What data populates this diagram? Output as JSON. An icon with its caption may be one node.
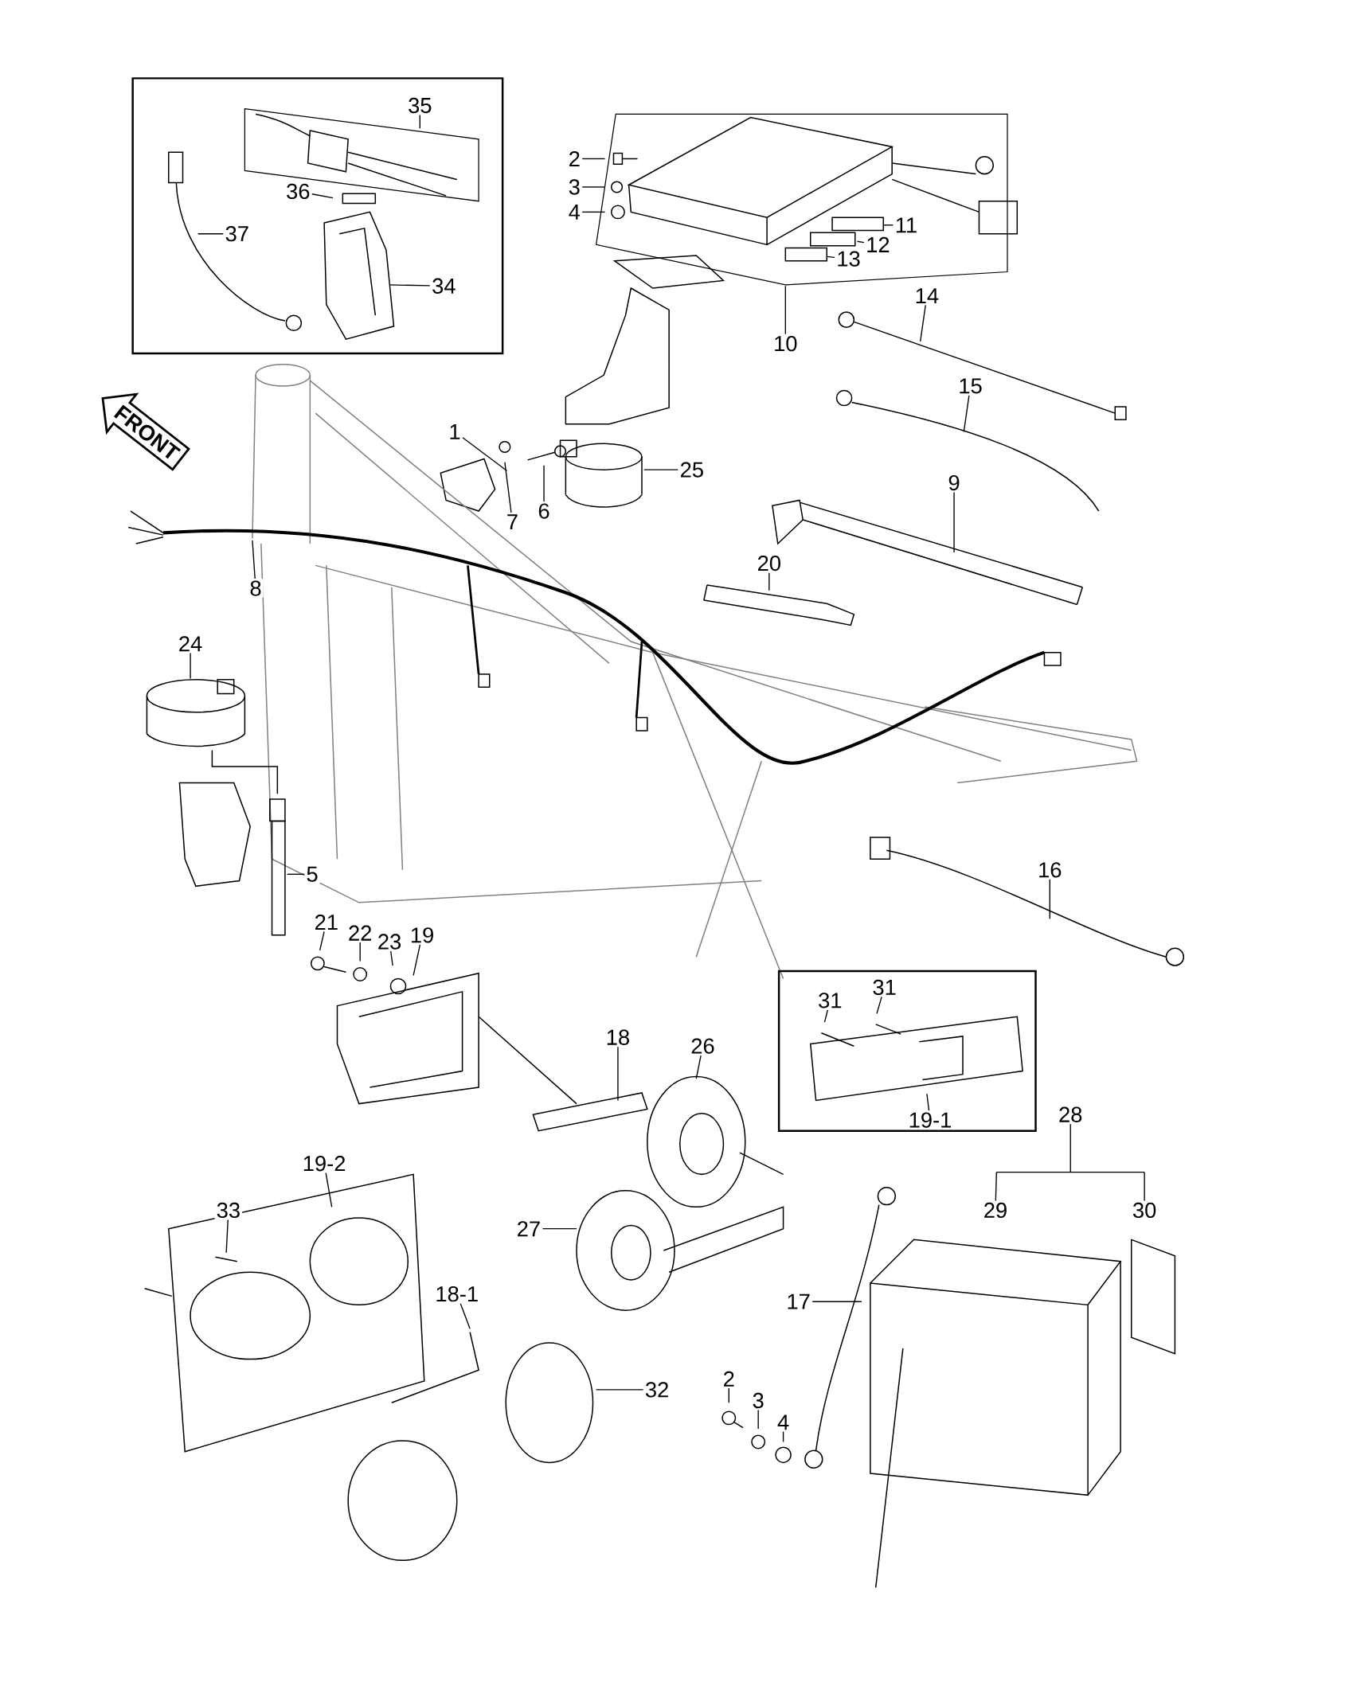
{
  "diagram": {
    "nodes": [
      {
        "text": [],
        "shape": "box"
      },
      {
        "text": [
          "35"
        ],
        "in": 0
      },
      {
        "text": [
          "36"
        ],
        "in": 0
      },
      {
        "text": [
          "37"
        ],
        "in": 0
      },
      {
        "text": [
          "34"
        ],
        "in": 0
      },
      {
        "text": [
          "2"
        ]
      },
      {
        "text": [
          "3"
        ]
      },
      {
        "text": [
          "4"
        ]
      },
      {
        "text": [
          "11"
        ]
      },
      {
        "text": [
          "12"
        ]
      },
      {
        "text": [
          "13"
        ]
      },
      {
        "text": [
          "10"
        ]
      },
      {
        "text": [
          "14"
        ]
      },
      {
        "text": [
          "FRONT"
        ]
      },
      {
        "text": [
          "15"
        ]
      },
      {
        "text": [
          "1"
        ]
      },
      {
        "text": [
          "25"
        ]
      },
      {
        "text": [
          "7"
        ]
      },
      {
        "text": [
          "6"
        ]
      },
      {
        "text": [
          "9"
        ]
      },
      {
        "text": [
          "8"
        ]
      },
      {
        "text": [
          "20"
        ]
      },
      {
        "text": [
          "24"
        ]
      },
      {
        "text": [
          "5"
        ]
      },
      {
        "text": [
          "16"
        ]
      },
      {
        "text": [
          "21"
        ]
      },
      {
        "text": [
          "22"
        ]
      },
      {
        "text": [
          "23"
        ]
      },
      {
        "text": [
          "19"
        ]
      },
      {
        "text": [],
        "shape": "box"
      },
      {
        "text": [
          "31"
        ],
        "in": 29
      },
      {
        "text": [
          "31"
        ],
        "in": 29
      },
      {
        "text": [
          "19-1"
        ],
        "in": 29
      },
      {
        "text": [
          "18"
        ]
      },
      {
        "text": [
          "26"
        ]
      },
      {
        "text": [
          "28"
        ]
      },
      {
        "text": [
          "29"
        ]
      },
      {
        "text": [
          "30"
        ]
      },
      {
        "text": [
          "19-2"
        ]
      },
      {
        "text": [
          "33"
        ]
      },
      {
        "text": [
          "27"
        ]
      },
      {
        "text": [
          "17"
        ]
      },
      {
        "text": [
          "18-1"
        ]
      },
      {
        "text": [
          "32"
        ]
      },
      {
        "text": [
          "2"
        ]
      },
      {
        "text": [
          "3"
        ]
      },
      {
        "text": [
          "4"
        ]
      }
    ],
    "edges": [
      {
        "from": 1,
        "to": null,
        "arrow": "none"
      },
      {
        "from": 2,
        "to": null,
        "arrow": "none"
      },
      {
        "from": 3,
        "to": null,
        "arrow": "none"
      },
      {
        "from": 4,
        "to": null,
        "arrow": "none"
      },
      {
        "from": 5,
        "to": null,
        "arrow": "none"
      },
      {
        "from": 6,
        "to": null,
        "arrow": "none"
      },
      {
        "from": 7,
        "to": null,
        "arrow": "none"
      },
      {
        "from": 8,
        "to": null,
        "arrow": "none"
      },
      {
        "from": 9,
        "to": null,
        "arrow": "none"
      },
      {
        "from": 10,
        "to": null,
        "arrow": "none"
      },
      {
        "from": 11,
        "to": null,
        "arrow": "none"
      },
      {
        "from": 12,
        "to": null,
        "arrow": "none"
      },
      {
        "from": 14,
        "to": null,
        "arrow": "none"
      },
      {
        "from": 15,
        "to": null,
        "arrow": "none"
      },
      {
        "from": 16,
        "to": null,
        "arrow": "none"
      },
      {
        "from": 17,
        "to": null,
        "arrow": "none"
      },
      {
        "from": 18,
        "to": null,
        "arrow": "none"
      },
      {
        "from": 19,
        "to": null,
        "arrow": "none"
      },
      {
        "from": 20,
        "to": null,
        "arrow": "none"
      },
      {
        "from": 21,
        "to": null,
        "arrow": "none"
      },
      {
        "from": 22,
        "to": null,
        "arrow": "none"
      },
      {
        "from": 23,
        "to": null,
        "arrow": "none"
      },
      {
        "from": 24,
        "to": null,
        "arrow": "none"
      },
      {
        "from": 25,
        "to": null,
        "arrow": "none"
      },
      {
        "from": 26,
        "to": null,
        "arrow": "none"
      },
      {
        "from": 27,
        "to": null,
        "arrow": "none"
      },
      {
        "from": 28,
        "to": null,
        "arrow": "none"
      },
      {
        "from": 30,
        "to": null,
        "arrow": "none"
      },
      {
        "from": 31,
        "to": null,
        "arrow": "none"
      },
      {
        "from": 32,
        "to": null,
        "arrow": "none"
      },
      {
        "from": 33,
        "to": null,
        "arrow": "none"
      },
      {
        "from": 34,
        "to": null,
        "arrow": "none"
      },
      {
        "from": 35,
        "to": null,
        "arrow": "none"
      },
      {
        "from": 36,
        "to": null,
        "arrow": "none"
      },
      {
        "from": 37,
        "to": null,
        "arrow": "none"
      },
      {
        "from": 38,
        "to": null,
        "arrow": "none"
      },
      {
        "from": 39,
        "to": null,
        "arrow": "none"
      },
      {
        "from": 40,
        "to": null,
        "arrow": "none"
      },
      {
        "from": 41,
        "to": null,
        "arrow": "none"
      },
      {
        "from": 42,
        "to": null,
        "arrow": "none"
      },
      {
        "from": 43,
        "to": null,
        "arrow": "none"
      },
      {
        "from": 44,
        "to": null,
        "arrow": "none"
      },
      {
        "from": 45,
        "to": null,
        "arrow": "none"
      },
      {
        "from": 46,
        "to": null,
        "arrow": "none"
      }
    ]
  }
}
